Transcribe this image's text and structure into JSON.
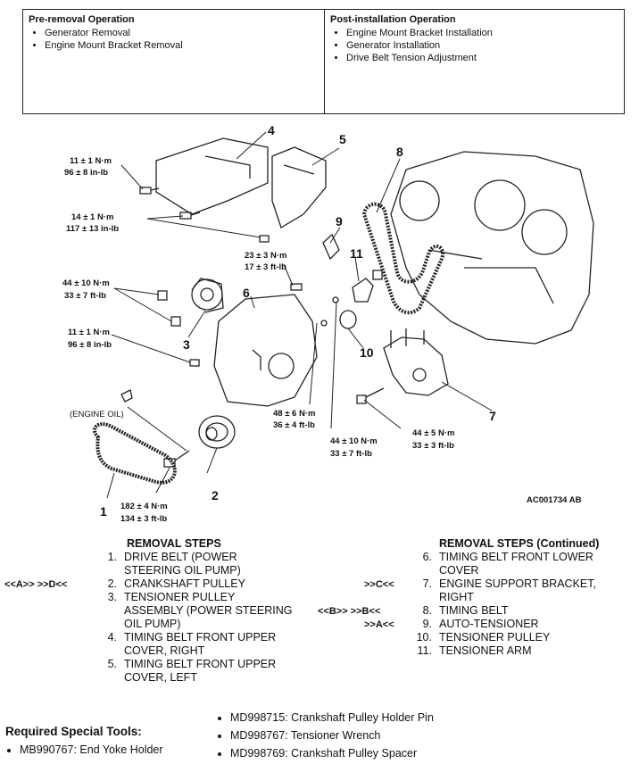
{
  "operations": {
    "pre": {
      "title": "Pre-removal Operation",
      "items": [
        "Generator Removal",
        "Engine Mount Bracket Removal"
      ]
    },
    "post": {
      "title": "Post-installation Operation",
      "items": [
        "Engine Mount Bracket Installation",
        "Generator Installation",
        "Drive Belt Tension Adjustment"
      ]
    }
  },
  "figure": {
    "code": "AC001734 AB",
    "engine_oil": "(ENGINE OIL)",
    "torques": [
      {
        "nm": "11 ± 1 N·m",
        "imp": "96 ± 8 in-lb"
      },
      {
        "nm": "14 ± 1 N·m",
        "imp": "117 ± 13 in-lb"
      },
      {
        "nm": "23 ± 3 N·m",
        "imp": "17 ± 3 ft-lb"
      },
      {
        "nm": "44 ± 10 N·m",
        "imp": "33 ± 7 ft-lb"
      },
      {
        "nm": "11 ± 1 N·m",
        "imp": "96 ± 8 in-lb"
      },
      {
        "nm": "48 ± 6 N·m",
        "imp": "36 ± 4 ft-lb"
      },
      {
        "nm": "44 ± 10 N·m",
        "imp": "33 ± 7 ft-lb"
      },
      {
        "nm": "44 ± 5 N·m",
        "imp": "33 ± 3 ft-lb"
      },
      {
        "nm": "182 ± 4 N·m",
        "imp": "134 ± 3 ft-lb"
      }
    ],
    "callouts": [
      "1",
      "2",
      "3",
      "4",
      "5",
      "6",
      "7",
      "8",
      "9",
      "10",
      "11"
    ]
  },
  "removal": {
    "title": "REMOVAL STEPS",
    "steps": [
      {
        "pre": "",
        "num": "1.",
        "text": "DRIVE BELT (POWER STEERING OIL PUMP)"
      },
      {
        "pre": "<<A>>     >>D<<",
        "num": "2.",
        "text": "CRANKSHAFT PULLEY"
      },
      {
        "pre": "",
        "num": "3.",
        "text": "TENSIONER PULLEY ASSEMBLY (POWER STEERING OIL PUMP)"
      },
      {
        "pre": "",
        "num": "4.",
        "text": "TIMING BELT FRONT UPPER COVER, RIGHT"
      },
      {
        "pre": "",
        "num": "5.",
        "text": "TIMING BELT FRONT UPPER COVER, LEFT"
      }
    ]
  },
  "removal_cont": {
    "title": "REMOVAL STEPS (Continued)",
    "steps": [
      {
        "pre": "",
        "num": "6.",
        "text": "TIMING BELT FRONT LOWER COVER"
      },
      {
        "pre": ">>C<<",
        "num": "7.",
        "text": "ENGINE SUPPORT BRACKET, RIGHT"
      },
      {
        "pre": "<<B>>     >>B<<",
        "num": "8.",
        "text": "TIMING BELT"
      },
      {
        "pre": ">>A<<",
        "num": "9.",
        "text": "AUTO-TENSIONER"
      },
      {
        "pre": "",
        "num": "10.",
        "text": "TENSIONER PULLEY"
      },
      {
        "pre": "",
        "num": "11.",
        "text": "TENSIONER ARM"
      }
    ]
  },
  "tools": {
    "title": "Required Special Tools:",
    "left": [
      "MB990767: End Yoke Holder"
    ],
    "right": [
      "MD998715: Crankshaft Pulley Holder Pin",
      "MD998767: Tensioner Wrench",
      "MD998769: Crankshaft Pulley Spacer"
    ]
  }
}
